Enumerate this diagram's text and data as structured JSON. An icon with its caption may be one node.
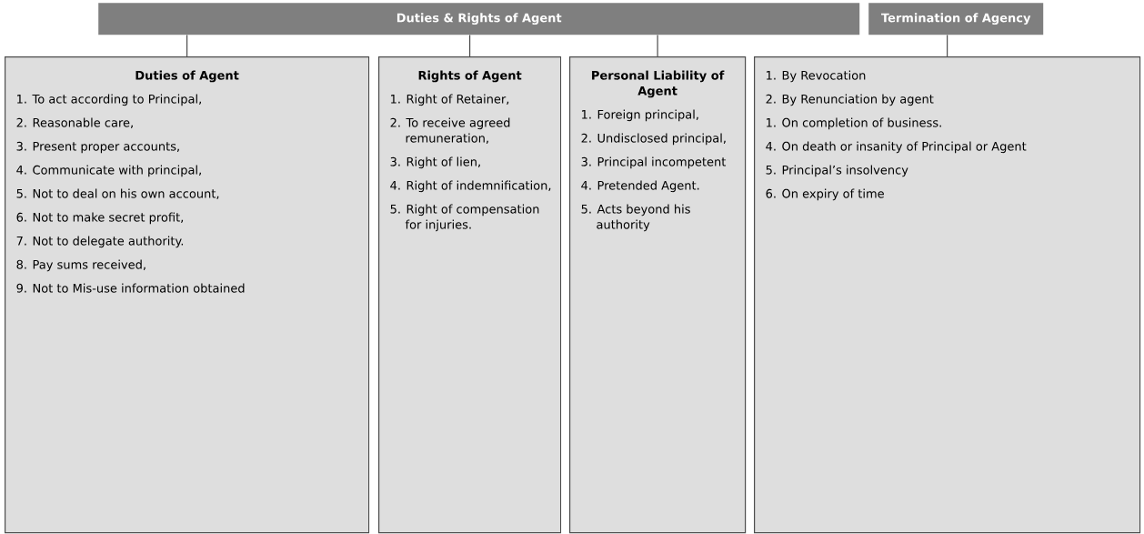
{
  "diagram": {
    "nodes": [
      {
        "text": [
          "Duties & Rights of Agent"
        ]
      },
      {
        "text": [
          "Termination of Agency"
        ]
      },
      {
        "text": [
          "Duties of Agent",
          "1. To act according to Principal,",
          "2. Reasonable care,",
          "3. Present proper accounts,",
          "4. Communicate with principal,",
          "5. Not to deal on his own account,",
          "6. Not to make secret profit,",
          "7. Not to delegate authority.",
          "8. Pay sums received,",
          "9. Not to Mis-use information obtained"
        ]
      },
      {
        "text": [
          "Rights of Agent",
          "1. Right of Retainer,",
          "2. To receive agreed remuneration,",
          "3. Right of lien,",
          "4. Right of indemnification,",
          "5. Right of compensation for injuries."
        ]
      },
      {
        "text": [
          "Personal Liability of Agent",
          "1. Foreign principal,",
          "2. Undisclosed principal,",
          "3. Principal incompetent",
          "4. Pretended Agent.",
          "5. Acts beyond his authority"
        ]
      },
      {
        "text": [
          "1. By Revocation",
          "2. By Renunciation by agent",
          "1. On completion of business.",
          "4. On death or insanity of Principal or Agent",
          "5. Principal’s insolvency",
          "6. On expiry of time"
        ]
      }
    ],
    "edges": [
      {
        "from": 0,
        "to": 2,
        "arrow": "none"
      },
      {
        "from": 0,
        "to": 3,
        "arrow": "none"
      },
      {
        "from": 0,
        "to": 4,
        "arrow": "none"
      },
      {
        "from": 1,
        "to": 5,
        "arrow": "none"
      }
    ]
  }
}
